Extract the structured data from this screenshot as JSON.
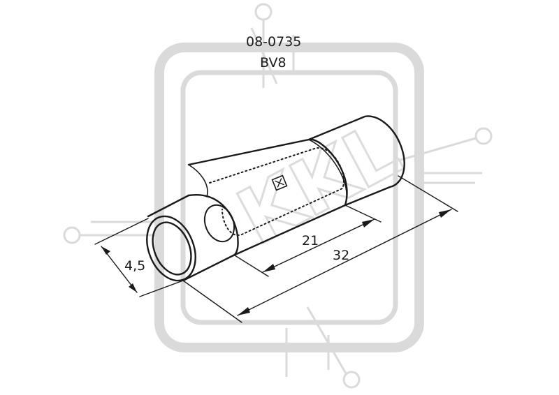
{
  "part": {
    "code": "08-0735",
    "model": "BV8"
  },
  "dimensions": {
    "diameter": "4,5",
    "inner_length": "21",
    "total_length": "32"
  },
  "watermark": {
    "text": "KKL"
  }
}
